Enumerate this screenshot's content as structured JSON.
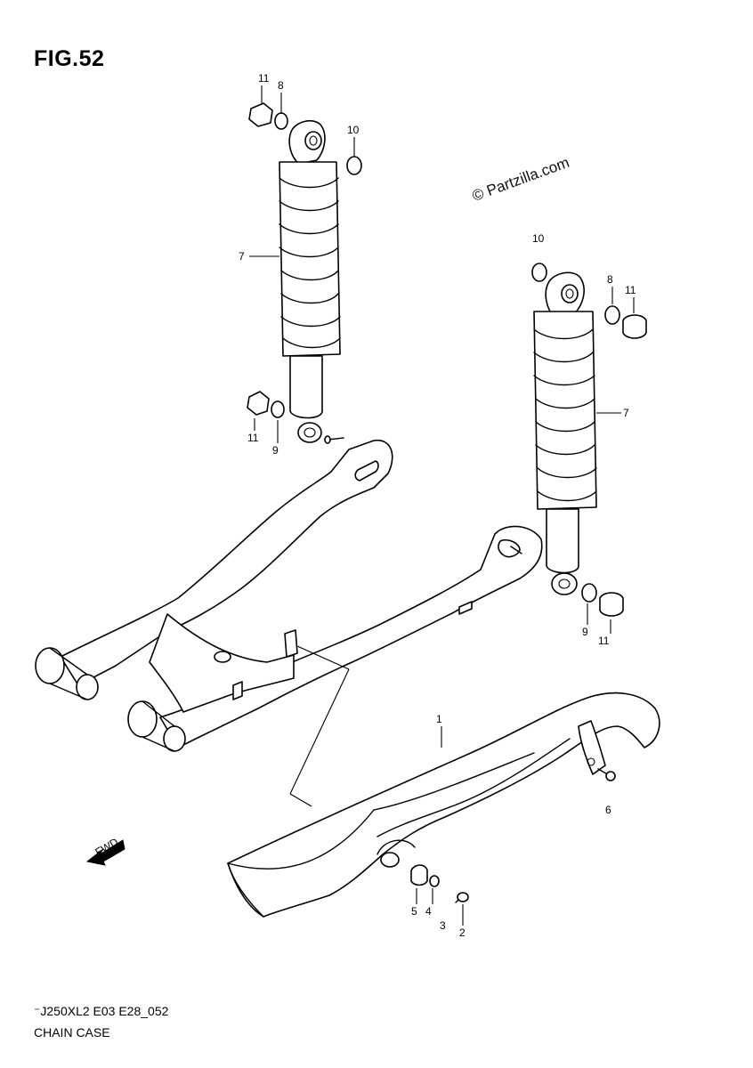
{
  "figure": {
    "title": "FIG.52",
    "watermark": "© Partzilla.com",
    "code": "⁻J250XL2 E03 E28_052",
    "caption": "CHAIN CASE",
    "fwd_label": "FWD"
  },
  "callouts": [
    {
      "id": "c11-left-top",
      "text": "11"
    },
    {
      "id": "c8-left-top",
      "text": "8"
    },
    {
      "id": "c10-left",
      "text": "10"
    },
    {
      "id": "c7-left",
      "text": "7"
    },
    {
      "id": "c11-left-bottom",
      "text": "11"
    },
    {
      "id": "c9-left",
      "text": "9"
    },
    {
      "id": "c10-right",
      "text": "10"
    },
    {
      "id": "c8-right",
      "text": "8"
    },
    {
      "id": "c11-right-top",
      "text": "11"
    },
    {
      "id": "c7-right",
      "text": "7"
    },
    {
      "id": "c9-right",
      "text": "9"
    },
    {
      "id": "c11-right-bottom",
      "text": "11"
    },
    {
      "id": "c1",
      "text": "1"
    },
    {
      "id": "c6",
      "text": "6"
    },
    {
      "id": "c5",
      "text": "5"
    },
    {
      "id": "c4",
      "text": "4"
    },
    {
      "id": "c3",
      "text": "3"
    },
    {
      "id": "c2",
      "text": "2"
    }
  ]
}
